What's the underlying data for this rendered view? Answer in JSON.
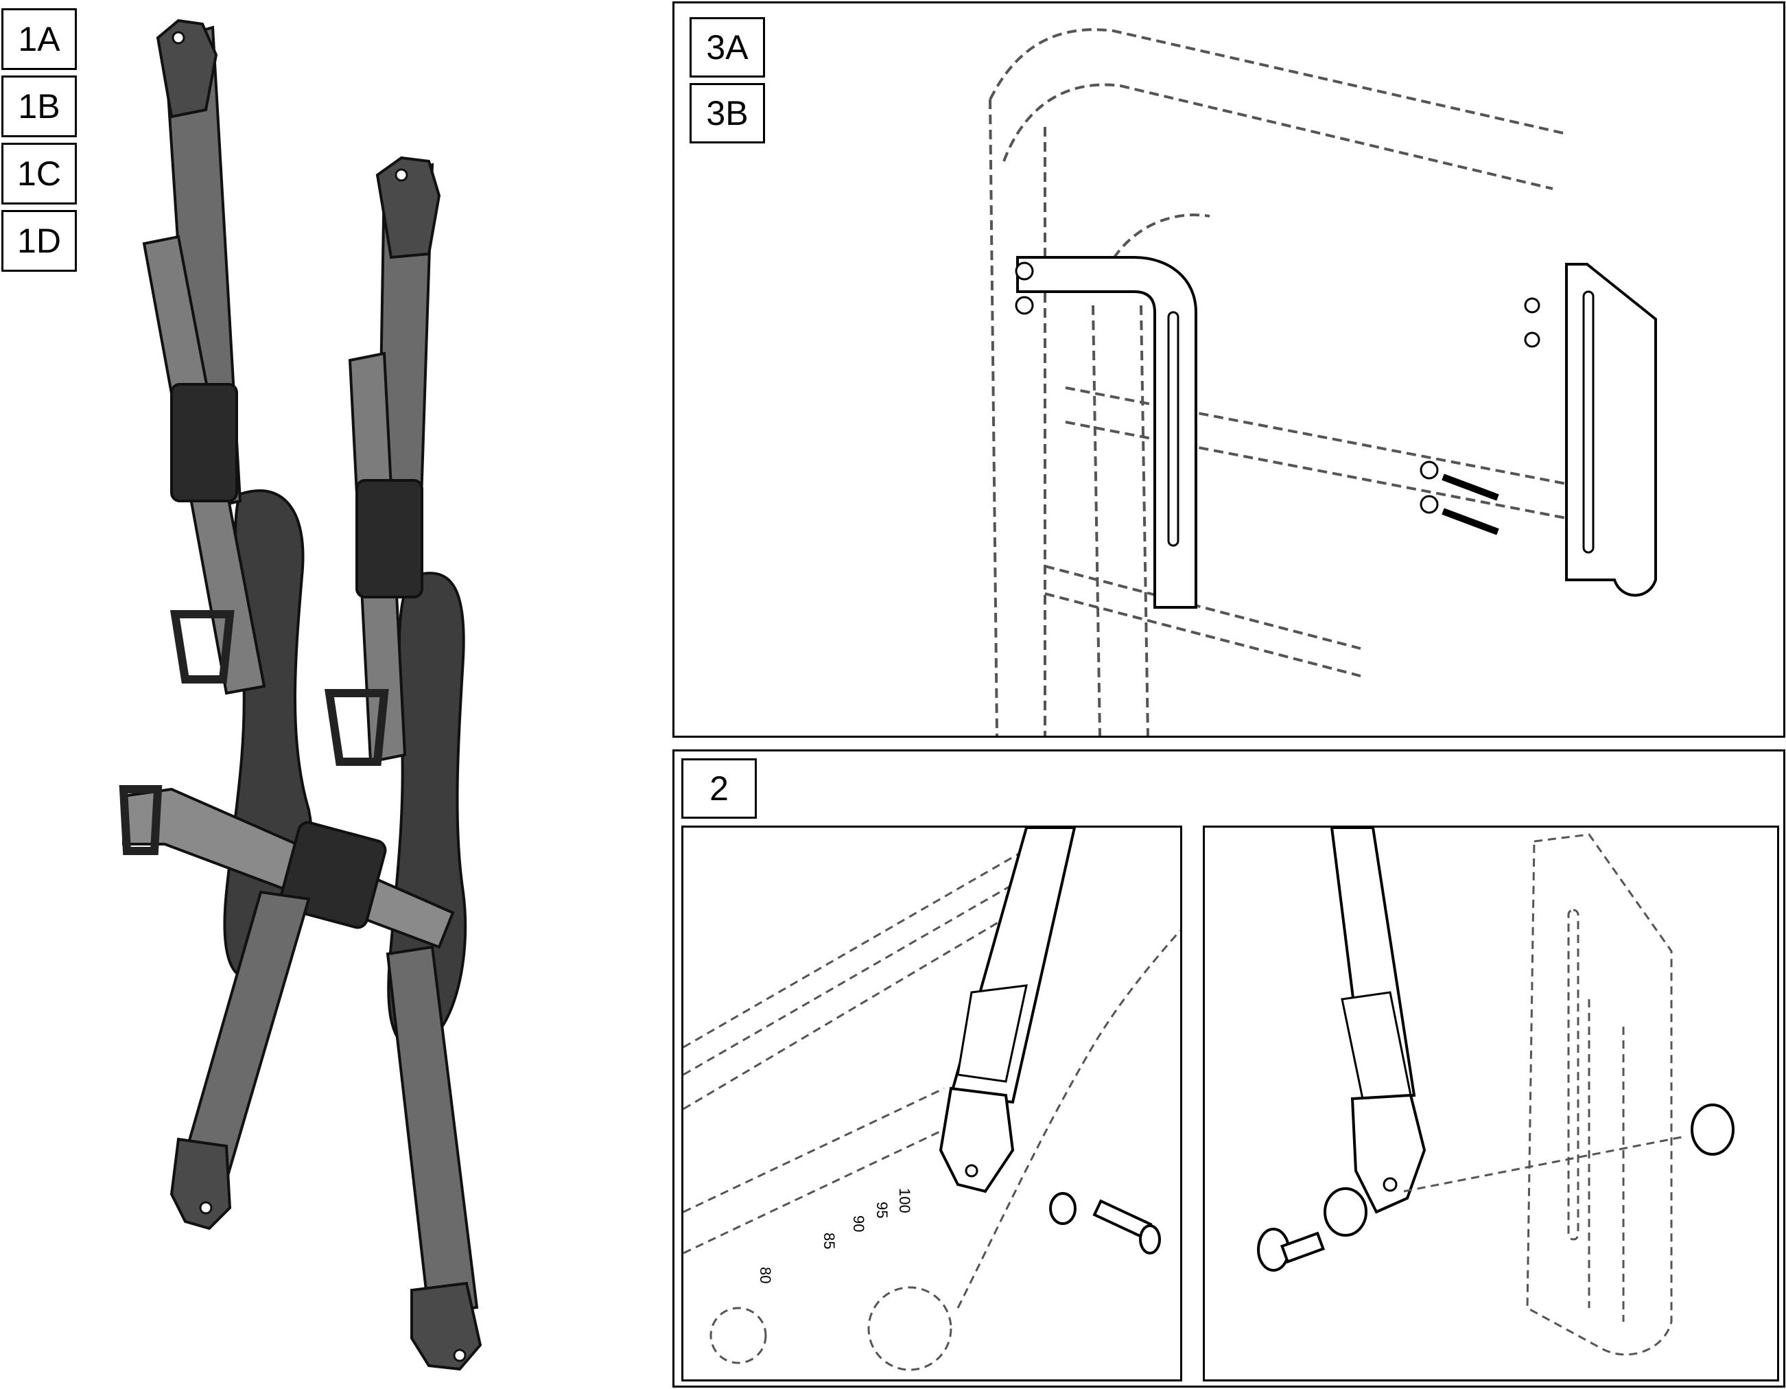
{
  "callouts": {
    "harness": [
      "1A",
      "1B",
      "1C",
      "1D"
    ],
    "backcane": [
      "3A",
      "3B"
    ],
    "mount": "2"
  },
  "scale_marks": [
    "100",
    "95",
    "90",
    "85",
    "80"
  ],
  "colors": {
    "strap": "#6b6b6b",
    "strap_light": "#8a8a8a",
    "pad": "#3d3d3d",
    "buckle": "#2a2a2a",
    "line": "#000000",
    "dashed": "#555555"
  }
}
